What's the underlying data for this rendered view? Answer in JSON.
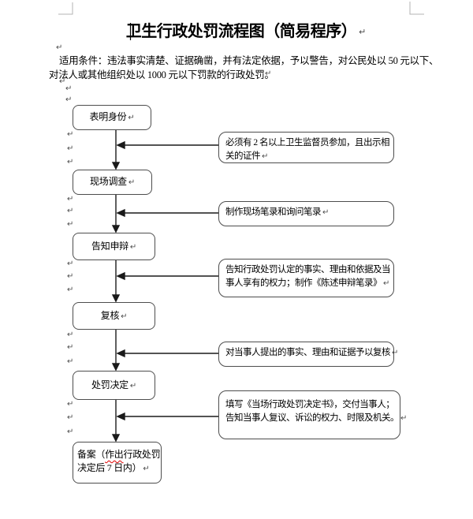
{
  "page": {
    "title": "卫生行政处罚流程图（简易程序）",
    "intro_line1": "适用条件：违法事实清楚、证据确凿，并有法定依据，予以警告，对公民处以 50 元以下、",
    "intro_line2": "对法人或其他组织处以 1000 元以下罚款的行政处罚。"
  },
  "marks": {
    "return_char": "↵"
  },
  "colors": {
    "text": "#000000",
    "box_border": "#4d4d4d",
    "arrow": "#1a1a1a",
    "spellcheck_underline": "#e00000",
    "margin_mark": "#b3b3b3",
    "cursor": "#000000"
  },
  "flow": {
    "steps": [
      {
        "label": "表明身份"
      },
      {
        "label": "现场调查"
      },
      {
        "label": "告知申辩"
      },
      {
        "label": "复核"
      },
      {
        "label": "处罚决定"
      },
      {
        "prefix": "备案（",
        "misspelled": "作出",
        "line1_rest": "行政处罚",
        "line2": "决定后 7 日内）"
      }
    ],
    "notes": [
      {
        "lines": [
          "必须有 2 名以上卫生监督员参加，且出示相",
          "关的证件"
        ]
      },
      {
        "lines": [
          "制作现场笔录和询问笔录"
        ]
      },
      {
        "lines": [
          "告知行政处罚认定的事实、理由和依据及当",
          "事人享有的权力；制作《陈述申辩笔录》"
        ]
      },
      {
        "lines": [
          "对当事人提出的事实、理由和证据予以复核"
        ]
      },
      {
        "lines": [
          "填写《当场行政处罚决定书》，交付当事人；",
          "告知当事人复议、诉讼的权力、时限及机关。"
        ]
      }
    ]
  }
}
